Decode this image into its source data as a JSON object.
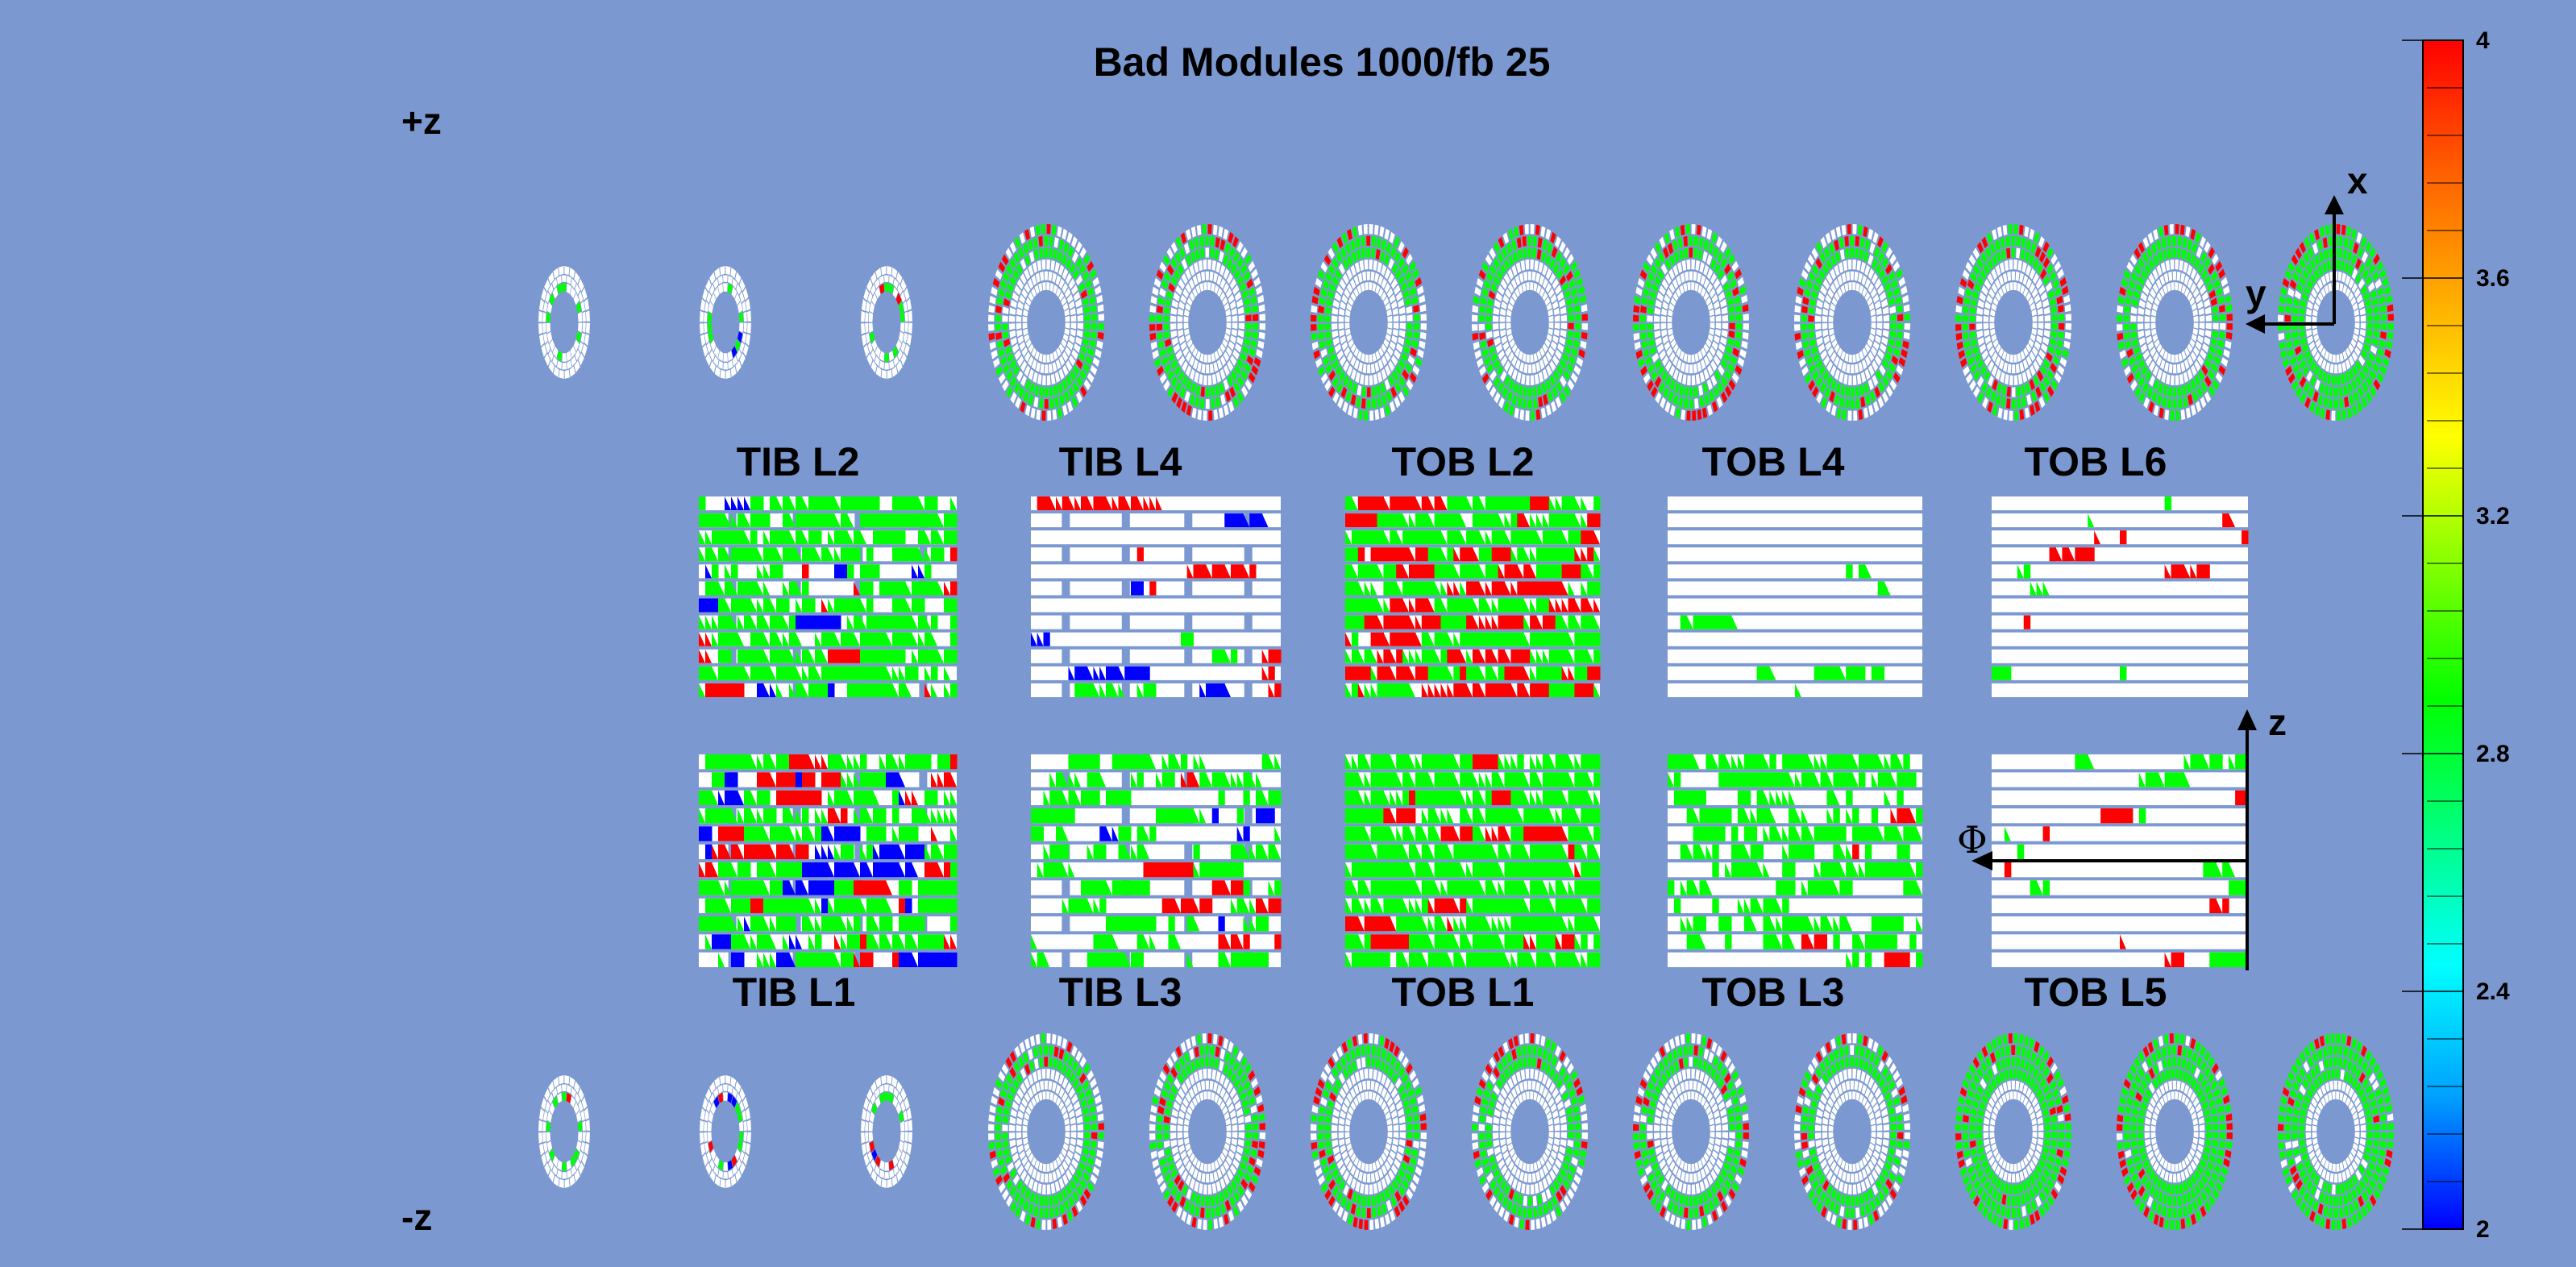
{
  "title": "Bad Modules 1000/fb 25",
  "side_labels": {
    "plus_z": "+z",
    "minus_z": "-z"
  },
  "top_labels": [
    "TIB L2",
    "TIB L4",
    "TOB L2",
    "TOB L4",
    "TOB L6"
  ],
  "bottom_labels": [
    "TIB L1",
    "TIB L3",
    "TOB L1",
    "TOB L3",
    "TOB L5"
  ],
  "axes": {
    "x": "x",
    "y": "y",
    "z": "z",
    "phi": "Φ"
  },
  "colorbar": {
    "min": 2,
    "max": 4,
    "ticks": [
      "4",
      "3.6",
      "3.2",
      "2.8",
      "2.4",
      "2"
    ],
    "colors": [
      "#0000ff",
      "#00a0ff",
      "#00ffff",
      "#00ff80",
      "#00ff00",
      "#80ff00",
      "#ffff00",
      "#ffb000",
      "#ff6000",
      "#ff0000"
    ]
  },
  "colors": {
    "background": "#7b99d0",
    "ok": "#ffffff",
    "green": "#00ff00",
    "red": "#ff0000",
    "blue": "#0000ff"
  }
}
